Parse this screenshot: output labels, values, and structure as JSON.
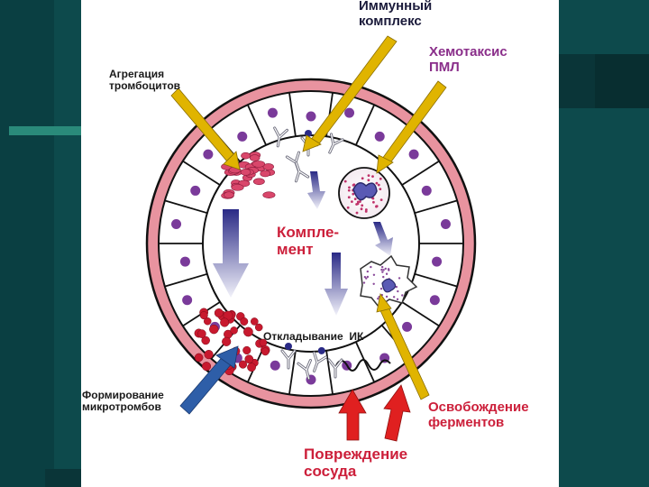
{
  "labels": {
    "immune_complex": [
      "Иммунный",
      "комплекс"
    ],
    "chemotaxis": [
      "Хемотаксис",
      "ПМЛ"
    ],
    "platelet_aggregation": [
      "Агрегация",
      "тромбоцитов"
    ],
    "complement": [
      "Компле-",
      "мент"
    ],
    "ic_deposition": "Откладывание  ИК",
    "microthrombi": [
      "Формирование",
      "микротромбов"
    ],
    "enzyme_release": [
      "Освобождение",
      "ферментов"
    ],
    "vessel_damage": [
      "Повреждение",
      "сосуда"
    ]
  },
  "colors": {
    "background": "#0d4a4c",
    "vessel_wall": "#e8939f",
    "endothelium_nucleus": "#7a3a9a",
    "platelet": "#d9476b",
    "microthrombus": "#c8192e",
    "pointer_yellow": "#e0b400",
    "pointer_blue": "#2e5ea8",
    "pointer_red": "#e02020",
    "chemotaxis_text": "#8a2e8a",
    "damage_text": "#cc1f3a",
    "complement_text": "#cc1f3a",
    "complex_text": "#1a1a3a"
  }
}
